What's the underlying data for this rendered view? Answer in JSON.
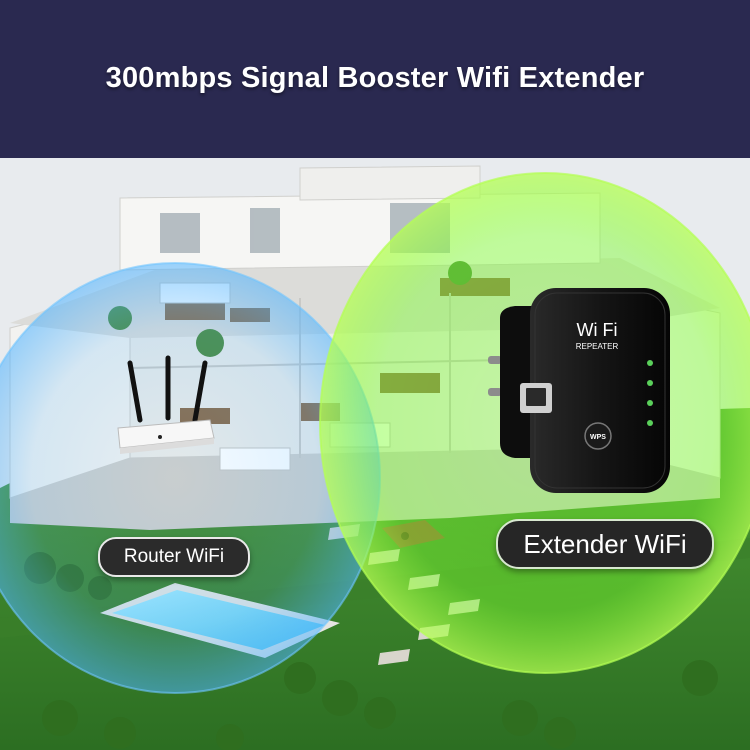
{
  "banner": {
    "title": "300mbps Signal Booster Wifi Extender",
    "background": "#2a2950",
    "text_color": "#ffffff"
  },
  "labels": {
    "router": "Router WiFi",
    "extender": "Extender WiFi"
  },
  "device": {
    "logo": "Wi Fi",
    "model": "REPEATER",
    "button_text": "WPS",
    "indicator_count": 4
  },
  "colors": {
    "router_zone": "#4fb3ff",
    "extender_zone": "#7cff2e",
    "house_wall": "#f3f3f1",
    "lawn": "#3f8a2e",
    "pool": "#7ed7f2",
    "device_body": "#161616"
  },
  "icons": {
    "router": "wireless-router-icon",
    "extender": "wifi-extender-icon",
    "pool": "swimming-pool",
    "house": "house-cutaway"
  }
}
